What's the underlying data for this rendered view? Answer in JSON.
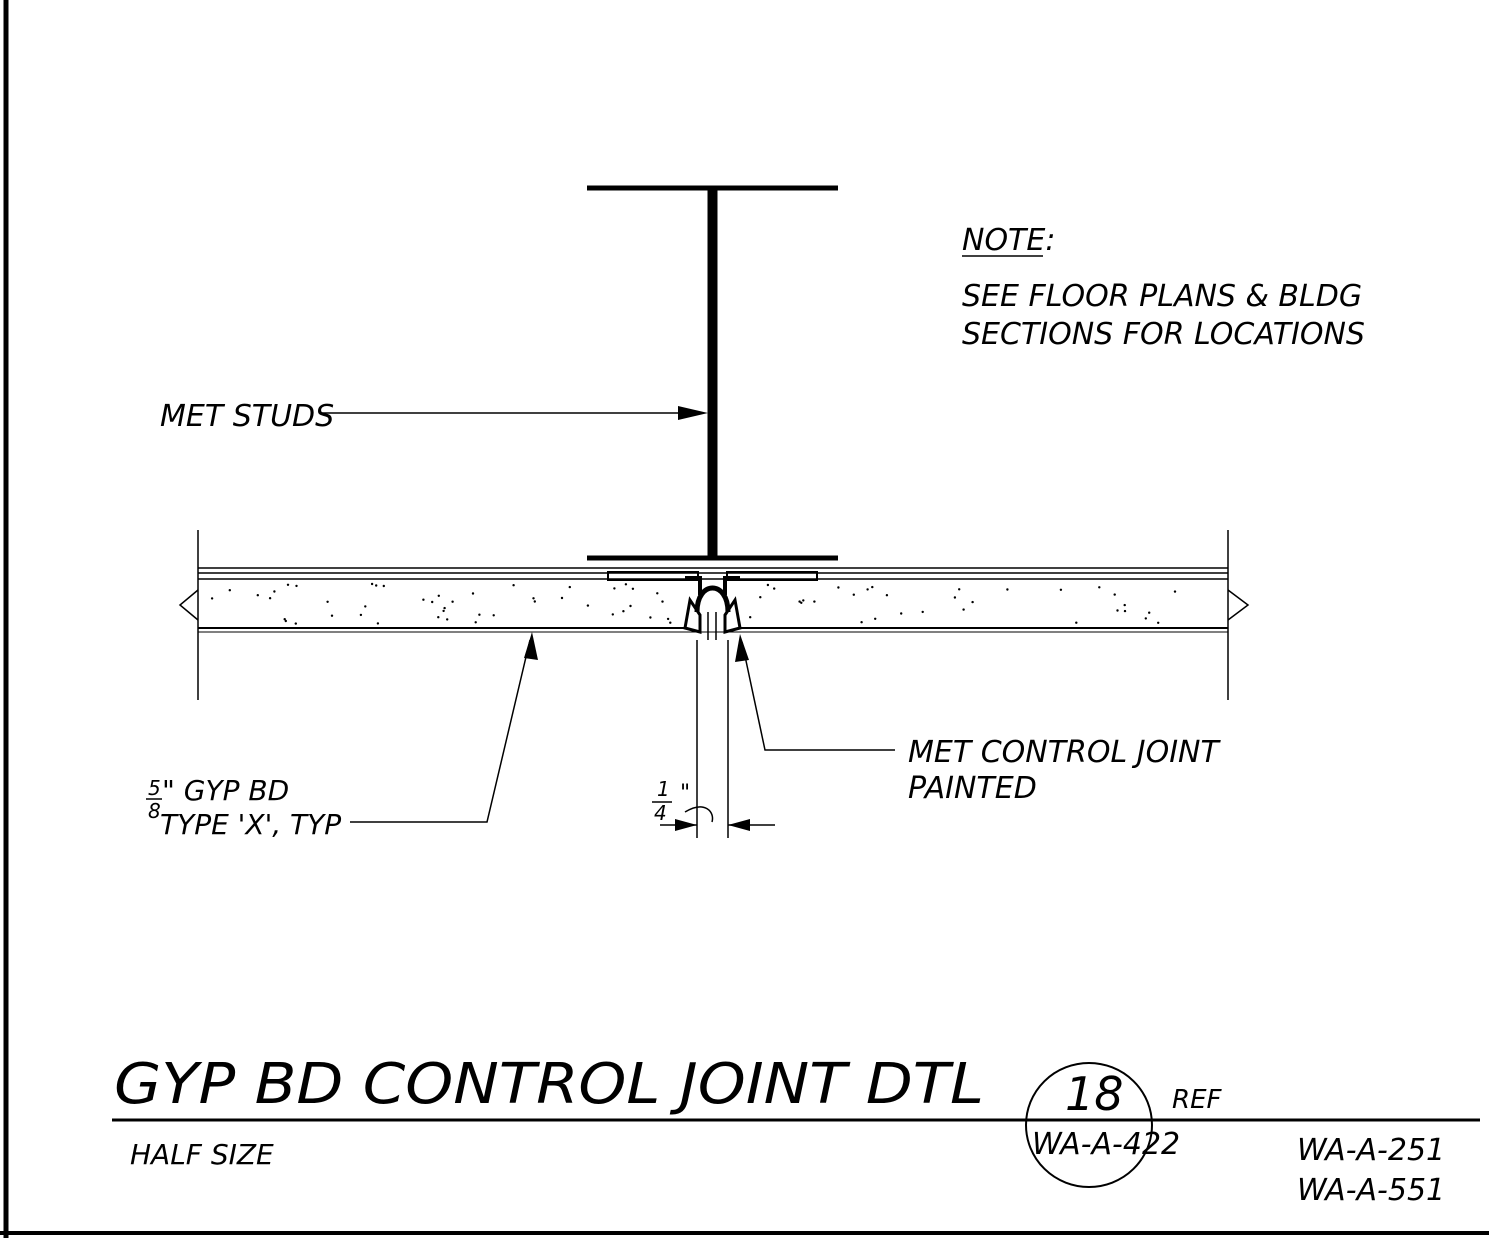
{
  "note": {
    "heading": "NOTE:",
    "line1": "SEE FLOOR PLANS & BLDG",
    "line2": "SECTIONS FOR LOCATIONS"
  },
  "labels": {
    "met_studs": "MET STUDS",
    "gyp_fraction_num": "5",
    "gyp_fraction_den": "8",
    "gyp_line1": "\" GYP BD",
    "gyp_line2": "TYPE 'X', TYP",
    "control_joint_line1": "MET CONTROL JOINT",
    "control_joint_line2": "PAINTED",
    "dim_num": "1",
    "dim_den": "4",
    "dim_unit": "\""
  },
  "title_block": {
    "title": "GYP BD CONTROL JOINT DTL",
    "scale": "HALF SIZE",
    "detail_number": "18",
    "detail_sheet": "WA-A-422",
    "ref_label": "REF",
    "ref_sheets": [
      "WA-A-251",
      "WA-A-551"
    ]
  }
}
